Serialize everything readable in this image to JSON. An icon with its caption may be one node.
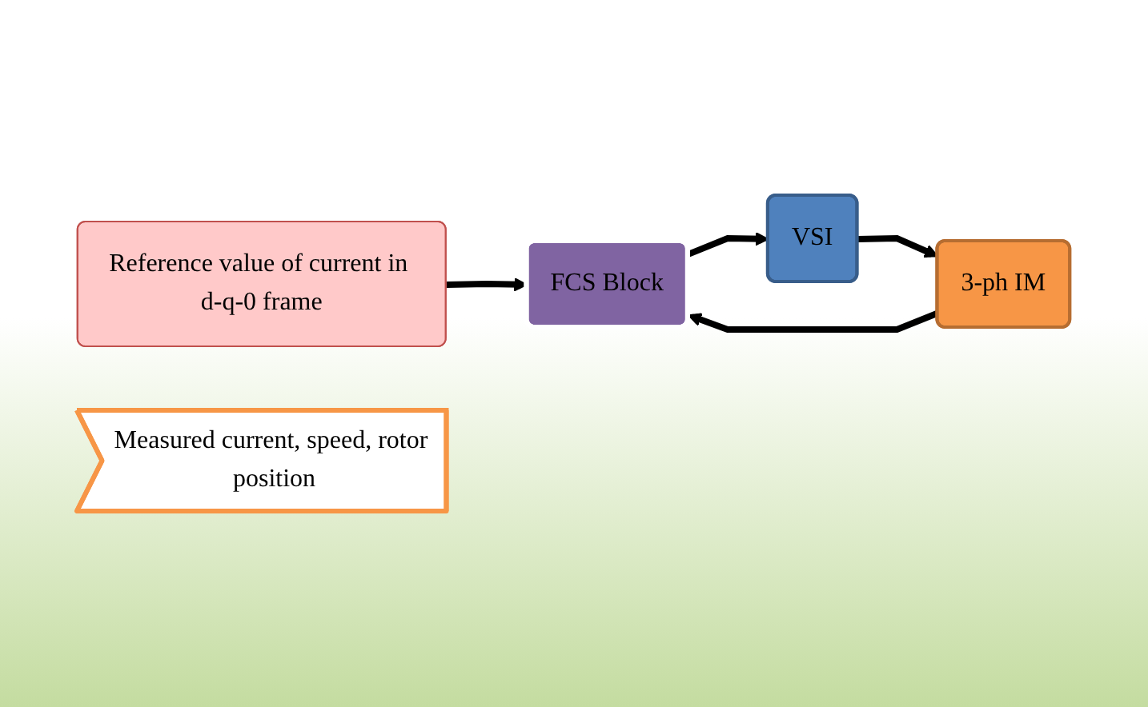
{
  "diagram": {
    "nodes": [
      {
        "text": [
          "Reference value of current in d-q-0 frame"
        ]
      },
      {
        "text": [
          "FCS Block"
        ]
      },
      {
        "text": [
          "VSI"
        ]
      },
      {
        "text": [
          "3-ph IM"
        ]
      },
      {
        "text": [
          "Measured current, speed, rotor position"
        ]
      }
    ],
    "edges": [
      {
        "from": 0,
        "to": 1,
        "arrow": "to"
      },
      {
        "from": 1,
        "to": 2,
        "arrow": "to"
      },
      {
        "from": 2,
        "to": 3,
        "arrow": "to"
      },
      {
        "from": 3,
        "to": 1,
        "arrow": "to"
      }
    ]
  }
}
